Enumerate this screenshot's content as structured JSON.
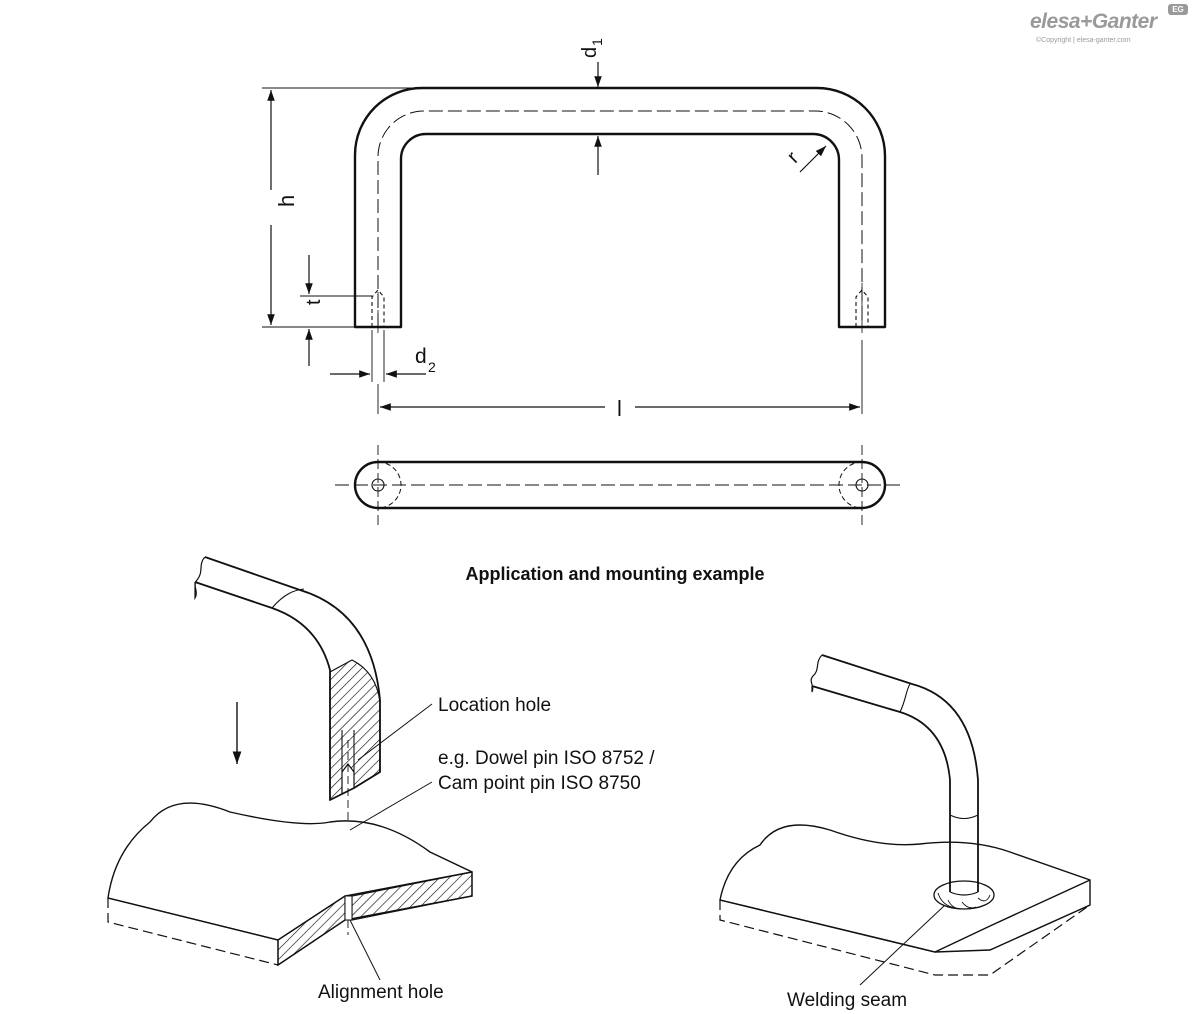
{
  "brand": {
    "logo_text": "elesa+Ganter",
    "badge_text": "EG",
    "copyright": "©Copyright | elesa-ganter.com"
  },
  "dimensions": {
    "d1_letter": "d",
    "d1_sub": "1",
    "d2_letter": "d",
    "d2_sub": "2",
    "h": "h",
    "t": "t",
    "r": "r",
    "l": "l"
  },
  "application": {
    "heading": "Application and mounting example",
    "location_hole": "Location hole",
    "pin_line1": "e.g. Dowel pin ISO 8752 /",
    "pin_line2": "Cam point pin ISO 8750",
    "alignment_hole": "Alignment hole",
    "welding_seam": "Welding seam"
  },
  "colors": {
    "line": "#111111",
    "hatch": "#111111",
    "brand_gray": "#9a9a9a"
  }
}
